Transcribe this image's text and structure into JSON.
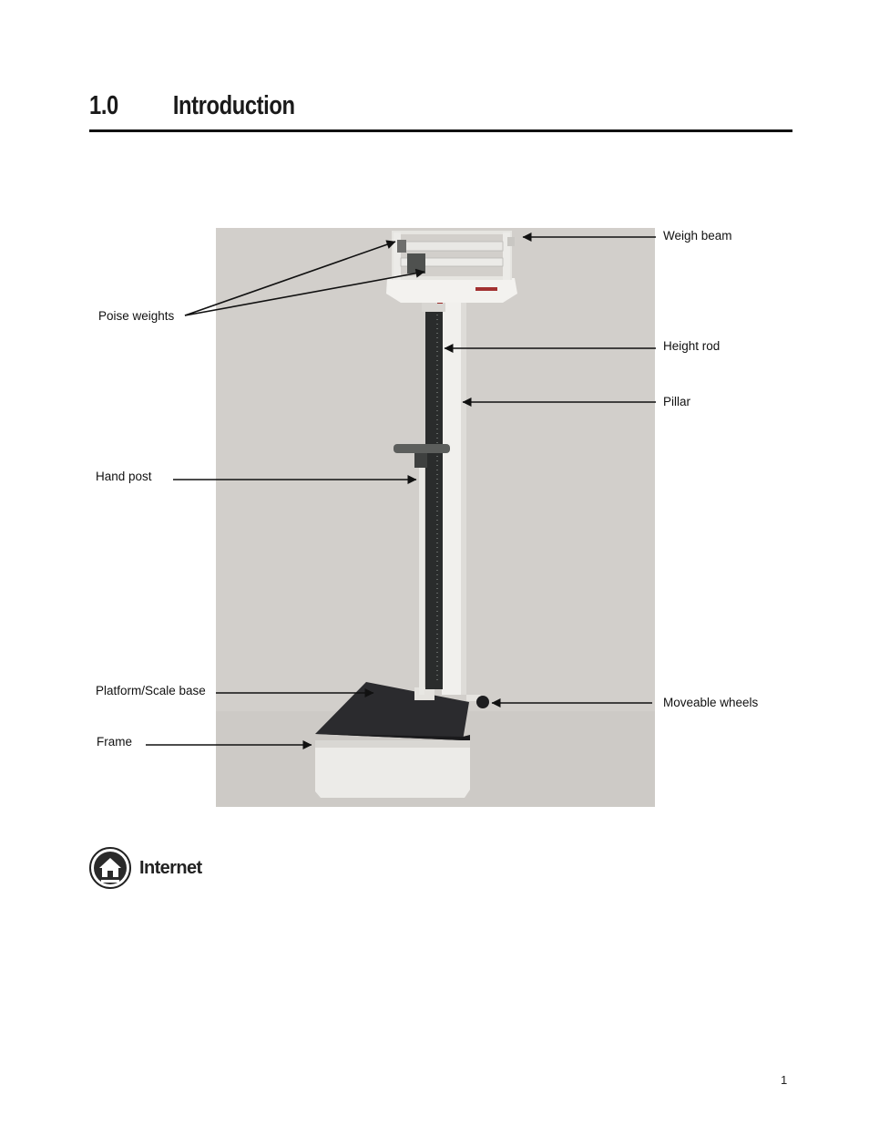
{
  "section": {
    "number": "1.0",
    "title": "Introduction"
  },
  "figure": {
    "callouts": {
      "weigh_beam": "Weigh beam",
      "poise_weights": "Poise weights",
      "height_rod": "Height rod",
      "pillar": "Pillar",
      "hand_post": "Hand post",
      "platform_base": "Platform/Scale base",
      "moveable_wheels": "Moveable wheels",
      "frame": "Frame"
    }
  },
  "internet_note": {
    "icon": "house-icon",
    "label": "Internet"
  },
  "page_number": "1",
  "colors": {
    "photo_background": "#d2cfcb",
    "platform_top": "#2a2a2d",
    "column": "#f2f1ee"
  }
}
